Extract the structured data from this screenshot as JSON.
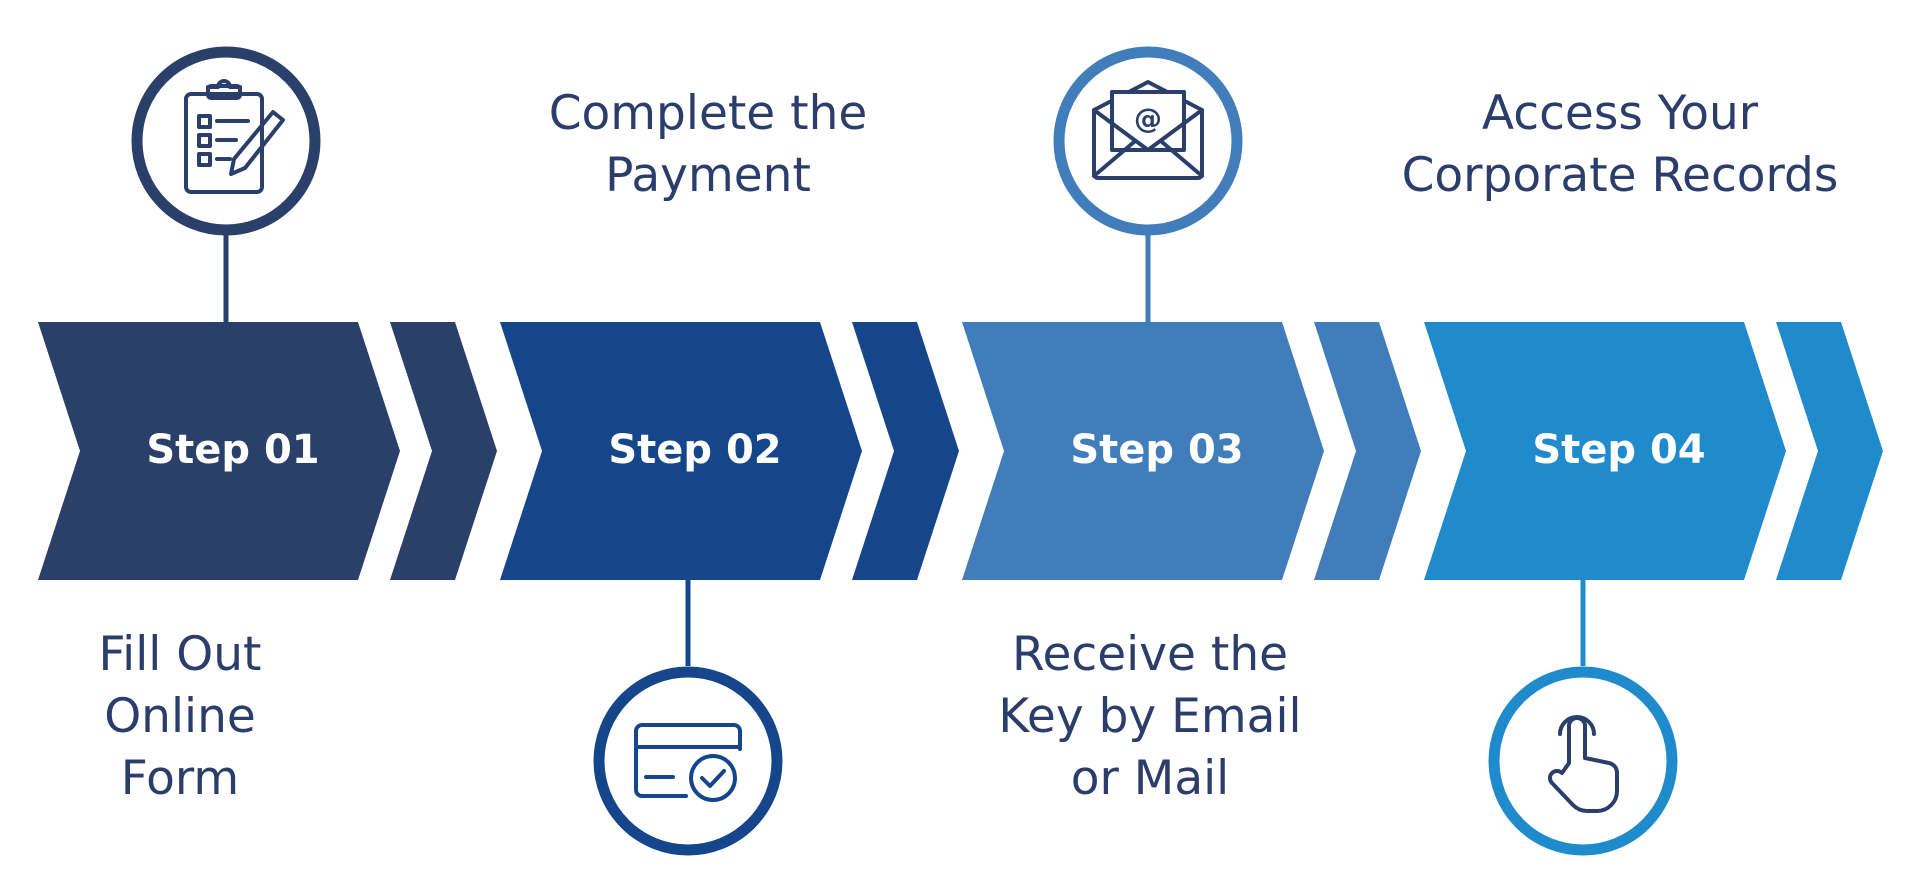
{
  "steps": [
    {
      "label": "Step 01",
      "color": "#2a3f6a",
      "icon": "clipboard-checklist-pencil-icon",
      "caption": [
        "Fill Out",
        "Online",
        "Form"
      ],
      "icon_position": "top",
      "caption_position": "bottom"
    },
    {
      "label": "Step 02",
      "color": "#15468b",
      "icon": "credit-card-check-icon",
      "caption": [
        "Complete the",
        "Payment"
      ],
      "icon_position": "bottom",
      "caption_position": "top"
    },
    {
      "label": "Step 03",
      "color": "#417cbb",
      "icon": "email-envelope-icon",
      "caption": [
        "Receive the",
        "Key by Email",
        "or Mail"
      ],
      "icon_position": "top",
      "caption_position": "bottom"
    },
    {
      "label": "Step 04",
      "color": "#1f8bcc",
      "icon": "pointing-hand-tap-icon",
      "caption": [
        "Access Your",
        "Corporate Records"
      ],
      "icon_position": "bottom",
      "caption_position": "top"
    }
  ]
}
